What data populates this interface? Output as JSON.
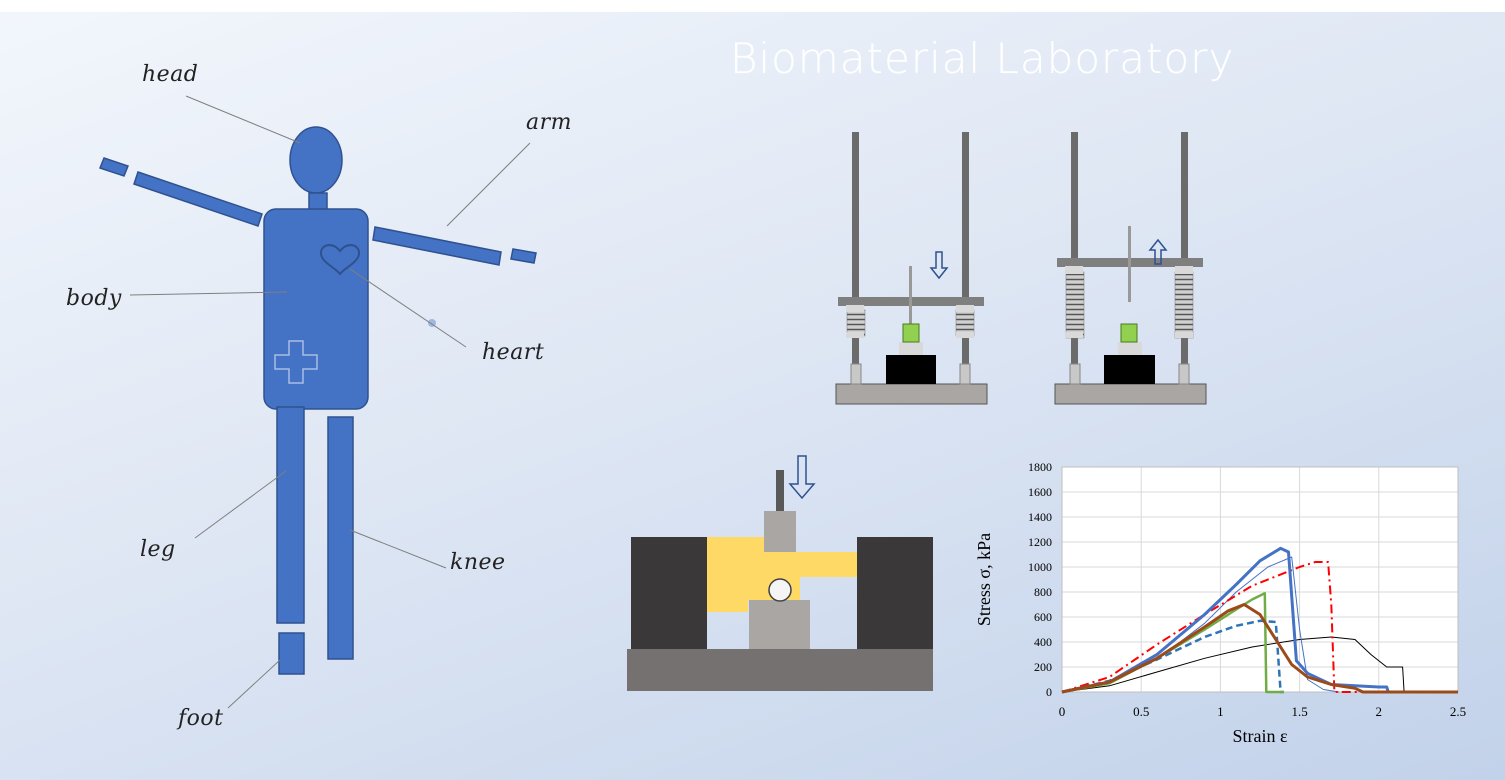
{
  "title": "Biomaterial Laboratory",
  "body_labels": {
    "head": "head",
    "arm": "arm",
    "body": "body",
    "heart": "heart",
    "leg": "leg",
    "knee": "knee",
    "foot": "foot"
  },
  "colors": {
    "figure_blue": "#4472c4",
    "figure_outline": "#2f528f",
    "rod_grey": "#666666",
    "base_grey": "#aaa6a4",
    "sample_green": "#92d050",
    "block_dark": "#3a3838",
    "sample_yellow": "#ffd966"
  },
  "chart_data": {
    "type": "line",
    "xlabel": "Strain ε",
    "ylabel": "Stress σ, kPa",
    "xlim": [
      0,
      2.5
    ],
    "ylim": [
      0,
      1800
    ],
    "xticks": [
      "0",
      "0.5",
      "1",
      "1.5",
      "2",
      "2.5"
    ],
    "yticks": [
      "0",
      "200",
      "400",
      "600",
      "800",
      "1000",
      "1200",
      "1400",
      "1600",
      "1800"
    ],
    "grid": true,
    "series": [
      {
        "color": "#000000",
        "style": "solid-thin",
        "x": [
          0,
          0.3,
          0.6,
          0.9,
          1.2,
          1.5,
          1.7,
          1.85,
          1.95,
          2.05,
          2.15,
          2.16,
          2.5
        ],
        "y": [
          0,
          50,
          160,
          270,
          360,
          420,
          440,
          420,
          300,
          200,
          200,
          0,
          0
        ]
      },
      {
        "color": "#4472c4",
        "style": "solid-thin",
        "x": [
          0,
          0.3,
          0.6,
          0.9,
          1.1,
          1.3,
          1.45,
          1.5,
          1.55,
          1.65,
          1.75
        ],
        "y": [
          0,
          80,
          260,
          550,
          800,
          1000,
          1080,
          500,
          100,
          20,
          0
        ]
      },
      {
        "color": "#ff0000",
        "style": "dash-dot",
        "x": [
          0,
          0.3,
          0.6,
          0.9,
          1.2,
          1.5,
          1.6,
          1.68,
          1.7,
          1.72,
          2.5
        ],
        "y": [
          0,
          120,
          380,
          620,
          850,
          1000,
          1040,
          1040,
          700,
          0,
          0
        ]
      },
      {
        "color": "#2e75b6",
        "style": "dashed",
        "x": [
          0,
          0.3,
          0.6,
          0.9,
          1.1,
          1.25,
          1.35,
          1.38,
          1.4
        ],
        "y": [
          0,
          90,
          260,
          440,
          530,
          570,
          560,
          0,
          0
        ]
      },
      {
        "color": "#4472c4",
        "style": "solid-thick",
        "x": [
          0,
          0.3,
          0.6,
          0.9,
          1.1,
          1.25,
          1.38,
          1.43,
          1.48,
          1.55,
          1.7,
          2.0,
          2.05,
          2.06
        ],
        "y": [
          0,
          80,
          300,
          620,
          860,
          1050,
          1150,
          1120,
          250,
          150,
          60,
          40,
          40,
          0
        ]
      },
      {
        "color": "#70ad47",
        "style": "solid-medium",
        "x": [
          0,
          0.3,
          0.6,
          0.9,
          1.1,
          1.2,
          1.28,
          1.29,
          1.4
        ],
        "y": [
          0,
          70,
          270,
          500,
          660,
          740,
          790,
          0,
          0
        ]
      },
      {
        "color": "#9c4a1a",
        "style": "solid-thick",
        "x": [
          0,
          0.3,
          0.6,
          0.9,
          1.05,
          1.15,
          1.25,
          1.35,
          1.45,
          1.55,
          1.7,
          1.85,
          1.9,
          2.5
        ],
        "y": [
          0,
          80,
          270,
          520,
          650,
          700,
          620,
          420,
          220,
          120,
          60,
          30,
          0,
          0
        ]
      }
    ]
  }
}
